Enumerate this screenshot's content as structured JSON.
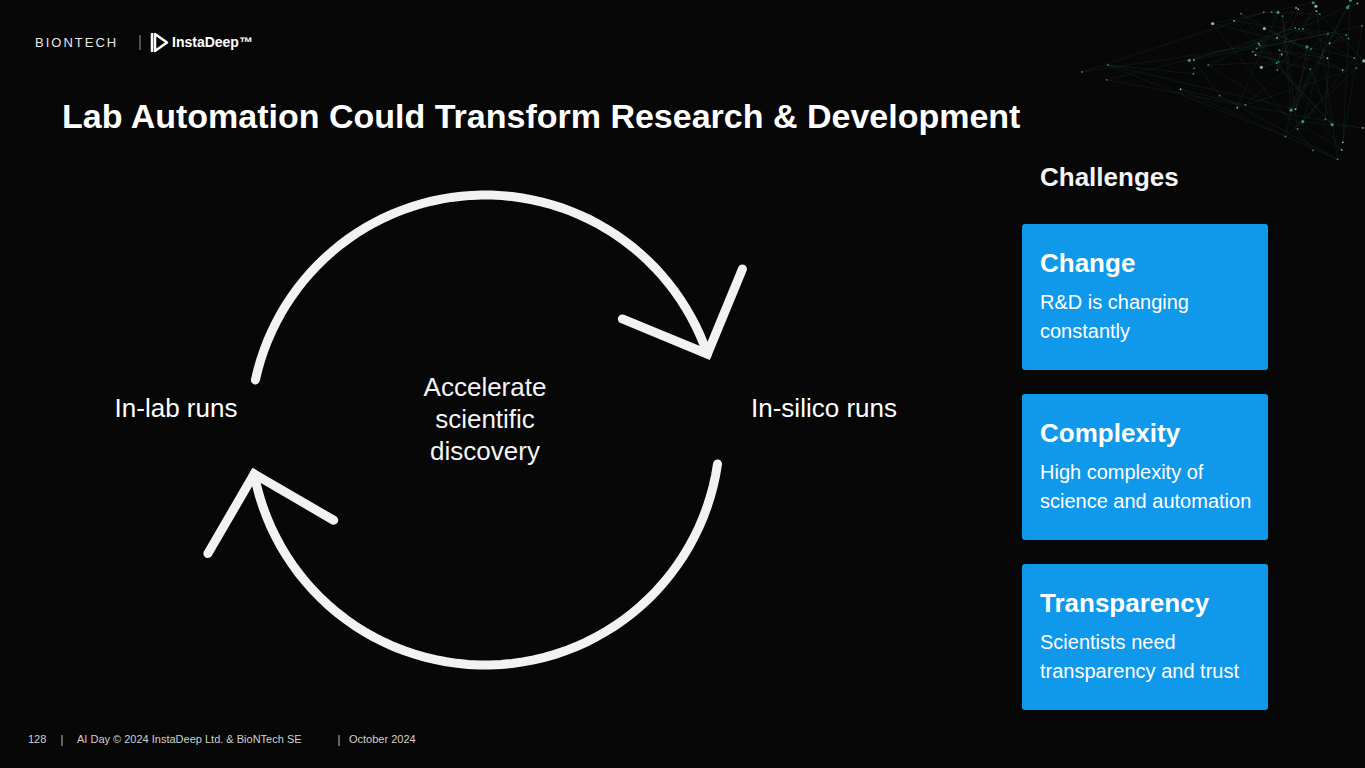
{
  "diagram": {
    "title": "Lab Automation Could Transform Research & Development",
    "nodes": [
      {
        "text": [
          "In-lab runs"
        ]
      },
      {
        "text": [
          "In-silico runs"
        ]
      },
      {
        "text": [
          "Change",
          "R&D is changing constantly"
        ]
      },
      {
        "text": [
          "Complexity",
          "High complexity of science and automation"
        ]
      },
      {
        "text": [
          "Transparency",
          "Scientists need transparency and trust"
        ]
      }
    ],
    "edges": [
      {
        "from": 0,
        "to": 1,
        "arrow": "to"
      },
      {
        "from": 1,
        "to": 0,
        "arrow": "to"
      }
    ],
    "labels": [
      "BIONTECH",
      "InstaDeep™",
      "Accelerate scientific discovery",
      "Challenges",
      "128",
      "AI Day © 2024 InstaDeep Ltd. & BioNTech SE",
      "October 2024"
    ]
  }
}
